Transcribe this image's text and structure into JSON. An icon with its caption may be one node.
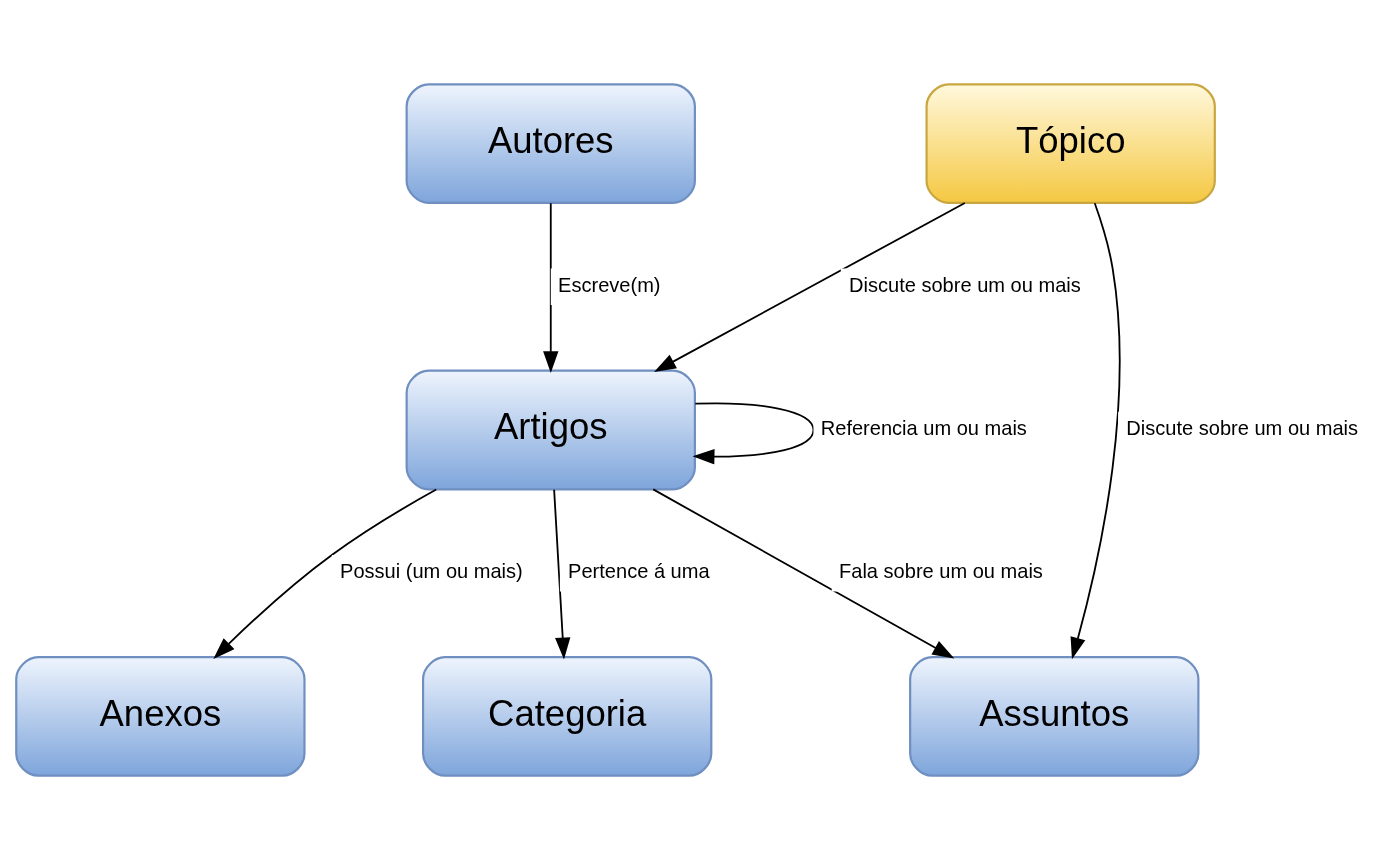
{
  "diagram": {
    "nodes": [
      {
        "text": [
          "Autores"
        ]
      },
      {
        "text": [
          "Tópico"
        ]
      },
      {
        "text": [
          "Artigos"
        ]
      },
      {
        "text": [
          "Anexos"
        ]
      },
      {
        "text": [
          "Categoria"
        ]
      },
      {
        "text": [
          "Assuntos"
        ]
      }
    ],
    "edges": [
      {
        "from": 0,
        "to": 2,
        "arrow": "to",
        "label": "Escreve(m)"
      },
      {
        "from": 1,
        "to": 2,
        "arrow": "to",
        "label": "Discute sobre um ou mais"
      },
      {
        "from": 1,
        "to": 5,
        "arrow": "to",
        "label": "Discute sobre um ou mais"
      },
      {
        "from": 2,
        "to": 2,
        "arrow": "to",
        "label": "Referencia um ou mais"
      },
      {
        "from": 2,
        "to": 3,
        "arrow": "to",
        "label": "Possui (um ou mais)"
      },
      {
        "from": 2,
        "to": 4,
        "arrow": "to",
        "label": "Pertence á uma"
      },
      {
        "from": 2,
        "to": 5,
        "arrow": "to",
        "label": "Fala sobre um ou mais"
      }
    ]
  }
}
